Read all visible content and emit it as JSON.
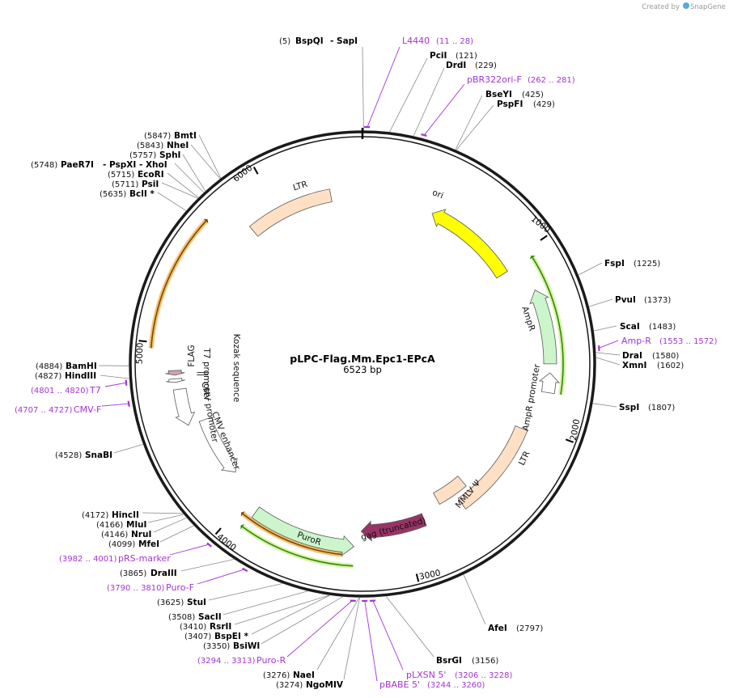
{
  "plasmid": {
    "name": "pLPC-Flag.Mm.Epc1-EPcA",
    "length_label": "6523 bp",
    "length": 6523
  },
  "credit": {
    "created_by": "Created by",
    "brand": "SnapGene"
  },
  "colors": {
    "backbone": "#1a1a1a",
    "primer": "#a334d3",
    "ori": "#ffff00",
    "ampr": "#ccf5cc",
    "ampr_promoter": "#ffffff",
    "ltr": "#ffe0c4",
    "gag": "#993366",
    "puror": "#ccf5cc",
    "flag": "#d4a0b5",
    "green_orf": "#2e8b00",
    "orange_orf": "#f4c070"
  },
  "ticks": [
    {
      "label": "1000",
      "bp": 1000
    },
    {
      "label": "2000",
      "bp": 2000
    },
    {
      "label": "3000",
      "bp": 3000
    },
    {
      "label": "4000",
      "bp": 4000
    },
    {
      "label": "5000",
      "bp": 5000
    },
    {
      "label": "6000",
      "bp": 6000
    }
  ],
  "enzymes": [
    {
      "name": "BspQI",
      "extra": "- SapI",
      "pos": "(5)",
      "bp": 5
    },
    {
      "name": "PciI",
      "pos": "(121)",
      "bp": 121
    },
    {
      "name": "DrdI",
      "pos": "(229)",
      "bp": 229
    },
    {
      "name": "BseYI",
      "pos": "(425)",
      "bp": 425
    },
    {
      "name": "PspFI",
      "pos": "(429)",
      "bp": 429
    },
    {
      "name": "FspI",
      "pos": "(1225)",
      "bp": 1225
    },
    {
      "name": "PvuI",
      "pos": "(1373)",
      "bp": 1373
    },
    {
      "name": "ScaI",
      "pos": "(1483)",
      "bp": 1483
    },
    {
      "name": "DraI",
      "pos": "(1580)",
      "bp": 1580
    },
    {
      "name": "XmnI",
      "pos": "(1602)",
      "bp": 1602
    },
    {
      "name": "SspI",
      "pos": "(1807)",
      "bp": 1807
    },
    {
      "name": "AfeI",
      "pos": "(2797)",
      "bp": 2797
    },
    {
      "name": "BsrGI",
      "pos": "(3156)",
      "bp": 3156
    },
    {
      "name": "NaeI",
      "pos": "(3276)",
      "bp": 3276
    },
    {
      "name": "NgoMIV",
      "pos": "(3274)",
      "bp": 3274
    },
    {
      "name": "BsiWI",
      "pos": "(3350)",
      "bp": 3350
    },
    {
      "name": "BspEI *",
      "pos": "(3407)",
      "bp": 3407
    },
    {
      "name": "RsrII",
      "pos": "(3410)",
      "bp": 3410
    },
    {
      "name": "SacII",
      "pos": "(3508)",
      "bp": 3508
    },
    {
      "name": "StuI",
      "pos": "(3625)",
      "bp": 3625
    },
    {
      "name": "DraIII",
      "pos": "(3865)",
      "bp": 3865
    },
    {
      "name": "MfeI",
      "pos": "(4099)",
      "bp": 4099
    },
    {
      "name": "NruI",
      "pos": "(4146)",
      "bp": 4146
    },
    {
      "name": "MluI",
      "pos": "(4166)",
      "bp": 4166
    },
    {
      "name": "HincII",
      "pos": "(4172)",
      "bp": 4172
    },
    {
      "name": "SnaBI",
      "pos": "(4528)",
      "bp": 4528
    },
    {
      "name": "HindIII",
      "pos": "(4827)",
      "bp": 4827
    },
    {
      "name": "BamHI",
      "pos": "(4884)",
      "bp": 4884
    },
    {
      "name": "BclI *",
      "pos": "(5635)",
      "bp": 5635
    },
    {
      "name": "PsiI",
      "pos": "(5711)",
      "bp": 5711
    },
    {
      "name": "EcoRI",
      "pos": "(5715)",
      "bp": 5715
    },
    {
      "name": "PaeR7I",
      "extra": "- PspXI   - XhoI",
      "pos": "(5748)",
      "bp": 5748
    },
    {
      "name": "SphI",
      "pos": "(5757)",
      "bp": 5757
    },
    {
      "name": "NheI",
      "pos": "(5843)",
      "bp": 5843
    },
    {
      "name": "BmtI",
      "pos": "(5847)",
      "bp": 5847
    }
  ],
  "primers": [
    {
      "name": "L4440",
      "range": "(11 .. 28)",
      "bp": 20
    },
    {
      "name": "pBR322ori-F",
      "range": "(262 .. 281)",
      "bp": 272
    },
    {
      "name": "Amp-R",
      "range": "(1553 .. 1572)",
      "bp": 1562
    },
    {
      "name": "pLXSN 5'",
      "range": "(3206 .. 3228)",
      "bp": 3217
    },
    {
      "name": "pBABE 5'",
      "range": "(3244 .. 3260)",
      "bp": 3252
    },
    {
      "name": "Puro-R",
      "range": "(3294 .. 3313)",
      "bp": 3303
    },
    {
      "name": "Puro-F",
      "range": "(3790 .. 3810)",
      "bp": 3800
    },
    {
      "name": "pRS-marker",
      "range": "(3982 .. 4001)",
      "bp": 3991
    },
    {
      "name": "CMV-F",
      "range": "(4707 .. 4727)",
      "bp": 4717
    },
    {
      "name": "T7",
      "range": "(4801 .. 4820)",
      "bp": 4810
    }
  ],
  "features": [
    {
      "name": "ori",
      "start": 450,
      "end": 1040,
      "dir": "ccw",
      "color": "#ffff00"
    },
    {
      "name": "AmpR",
      "start": 1210,
      "end": 1630,
      "dir": "ccw",
      "color": "#ccf5cc"
    },
    {
      "name": "AmpR promoter",
      "start": 1680,
      "end": 1790,
      "dir": "ccw",
      "color": "#ffffff"
    },
    {
      "name": "LTR",
      "start": 2030,
      "end": 2620,
      "dir": "none",
      "color": "#ffe0c4"
    },
    {
      "name": "MMLV Ψ",
      "start": 2530,
      "end": 2740,
      "dir": "none",
      "color": "#ffe0c4"
    },
    {
      "name": "gag (truncated)",
      "start": 2870,
      "end": 3270,
      "dir": "cw",
      "color": "#993366"
    },
    {
      "name": "PuroR",
      "start": 3310,
      "end": 3910,
      "dir": "ccw",
      "color": "#ccf5cc"
    },
    {
      "name": "CMV enhancer",
      "start": 4160,
      "end": 4540,
      "dir": "ccw",
      "color": "#ffffff"
    },
    {
      "name": "CMV promoter",
      "start": 4540,
      "end": 4750,
      "dir": "ccw",
      "color": "#ffffff"
    },
    {
      "name": "T7 promoter",
      "start": 4790,
      "end": 4810,
      "dir": "ccw",
      "color": "#ffffff"
    },
    {
      "name": "FLAG",
      "start": 4830,
      "end": 4856,
      "dir": "ccw",
      "color": "#d4a0b5"
    },
    {
      "name": "Kozak sequence",
      "start": 4822,
      "end": 4830,
      "dir": "none",
      "color": "#ffffff"
    },
    {
      "name": "LTR",
      "start": 5810,
      "end": 6330,
      "dir": "none",
      "color": "#ffe0c4"
    }
  ]
}
